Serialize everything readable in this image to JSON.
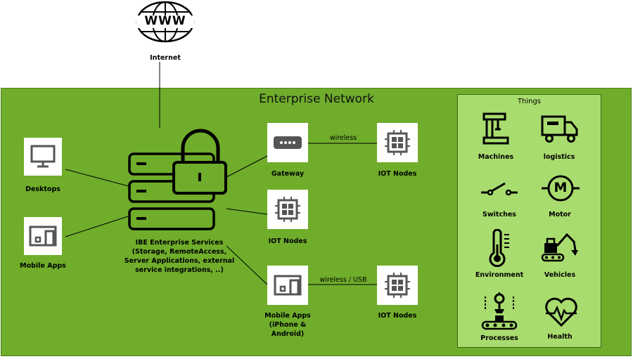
{
  "internet": {
    "globe_text": "WWW",
    "label": "Internet"
  },
  "network": {
    "title": "Enterprise Network"
  },
  "clients": {
    "desktops": "Desktops",
    "mobile_apps": "Mobile Apps"
  },
  "services": {
    "line1": "IBE Enterprise Services",
    "line2": "(Storage, RemoteAccess,",
    "line3": "Server Applications, external",
    "line4": "service integrations, ..)"
  },
  "gateway": {
    "label": "Gateway"
  },
  "iot_middle": {
    "label": "IOT Nodes"
  },
  "mobile_devices": {
    "line1": "Mobile Apps",
    "line2": "(iPhone &",
    "line3": "Android)"
  },
  "iot_right_top": {
    "label": "IOT Nodes"
  },
  "iot_right_bottom": {
    "label": "IOT Nodes"
  },
  "edges": {
    "wireless": "wireless",
    "wireless_usb": "wireless / USB"
  },
  "things": {
    "title": "Things",
    "machines": "Machines",
    "logistics": "logistics",
    "switches": "Switches",
    "motor": "Motor",
    "motor_symbol": "M",
    "environment": "Environment",
    "vehicles": "Vehicles",
    "processes": "Processes",
    "health": "Health"
  },
  "colors": {
    "network_green": "#6fad2b",
    "things_green": "#a9dc6e",
    "icon_gray": "#555555"
  }
}
